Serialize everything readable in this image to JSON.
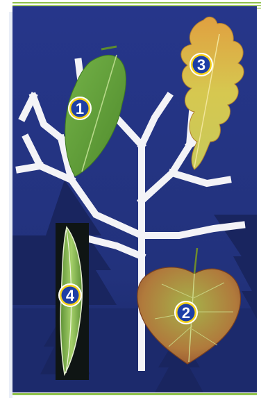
{
  "scene": {
    "colors": {
      "frame_green": "#8fc24a",
      "sky_blue": "#23337f",
      "ground_blue": "#1b2868",
      "spruce_dark": "#18245e",
      "branch_white": "#f4f4f8",
      "badge_yellow": "#f6d21a",
      "badge_blue": "#1e3fa6"
    },
    "leaves": [
      {
        "badge": "1",
        "kind": "lanceolate green leaf",
        "color": "#5e9c35"
      },
      {
        "badge": "2",
        "kind": "heart-shaped linden leaf",
        "color": "#8c9c3a"
      },
      {
        "badge": "3",
        "kind": "lobed oak leaf",
        "color": "#c9c24a"
      },
      {
        "badge": "4",
        "kind": "narrow willow leaf",
        "color": "#7fb04a"
      }
    ]
  }
}
